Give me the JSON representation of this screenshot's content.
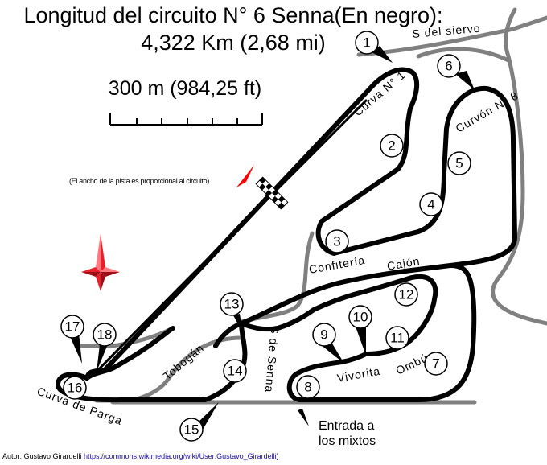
{
  "title": {
    "line1": "Longitud del circuito N° 6 Senna(En negro):",
    "line2": "4,322 Km (2,68 mi)"
  },
  "scale": {
    "label": "300 m (984,25 ft)"
  },
  "note": "(El ancho de la pista es proporcional al circuito)",
  "icons": {
    "compass": "compass-rose-icon",
    "flag": "checkered-flag-icon",
    "start_direction": "start-direction-arrow-icon"
  },
  "colors": {
    "track": "#000000",
    "other_layouts": "#808080",
    "compass": "#e8202a",
    "flag_arrow": "#ff0000"
  },
  "corners": [
    {
      "id": "curva-n1",
      "label": "Curva N° 1"
    },
    {
      "id": "s-del-siervo",
      "label": "S del siervo"
    },
    {
      "id": "curvon-n8",
      "label": "Curvón N° 8"
    },
    {
      "id": "confiteria",
      "label": "Confitería"
    },
    {
      "id": "cajon",
      "label": "Cajón"
    },
    {
      "id": "tobogan",
      "label": "Tobogán"
    },
    {
      "id": "s-de-senna",
      "label": "S de Senna"
    },
    {
      "id": "vivorita",
      "label": "Vivorita"
    },
    {
      "id": "ombu",
      "label": "Ombú"
    },
    {
      "id": "curva-de-parga",
      "label": "Curva de Parga"
    }
  ],
  "markers": [
    "1",
    "2",
    "3",
    "4",
    "5",
    "6",
    "7",
    "8",
    "9",
    "10",
    "11",
    "12",
    "13",
    "14",
    "15",
    "16",
    "17",
    "18"
  ],
  "pit_entry": {
    "line1": "Entrada a",
    "line2": "los mixtos"
  },
  "author": {
    "prefix": "Autor: Gustavo Girardelli ",
    "link": "https://commons.wikimedia.org/wiki/User:Gustavo_Girardelli",
    "suffix": ")"
  }
}
